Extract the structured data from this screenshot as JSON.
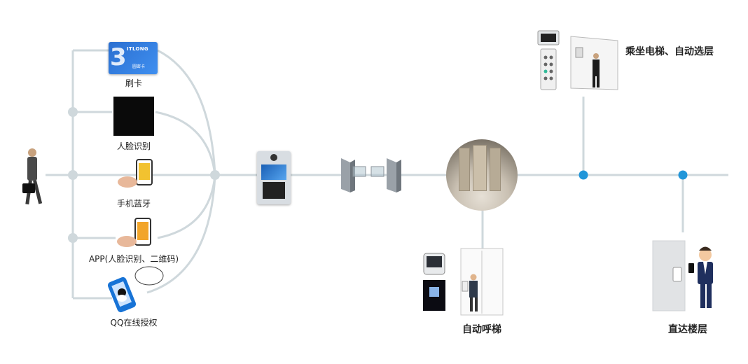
{
  "labels": {
    "card": "刷卡",
    "face": "人脸识别",
    "bluetooth": "手机蓝牙",
    "app": "APP(人脸识别、二维码)",
    "qq": "QQ在线授权",
    "call_elevator": "自动呼梯",
    "ride_elevator": "乘坐电梯、自动选层",
    "direct_floor": "直达楼层"
  },
  "card_graphic": {
    "brand": "ITLONG",
    "number": "3",
    "sub": "圆密卡"
  },
  "colors": {
    "line_grey": "#cfd8dc",
    "node_blue": "#2196d9",
    "card_blue": "#2b6fd0"
  }
}
